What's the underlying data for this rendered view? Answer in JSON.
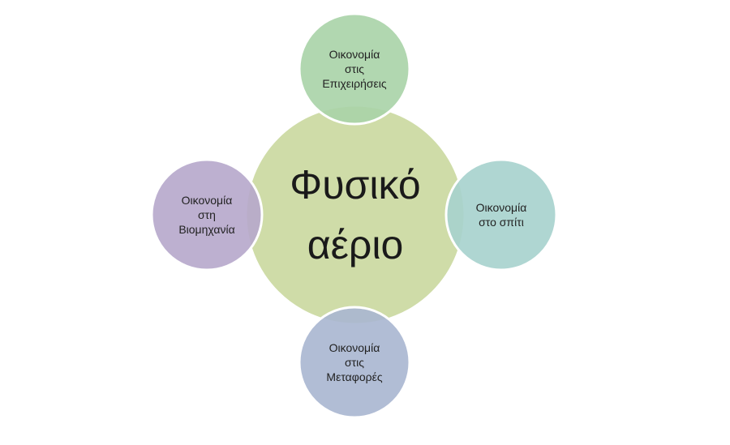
{
  "center": {
    "text": "Φυσικό\nαέριο",
    "color": "#cfdca8"
  },
  "satellites": [
    {
      "id": "top",
      "text": "Οικονομία\nστις\nΕπιχειρήσεις",
      "color": "#a9d3a7"
    },
    {
      "id": "right",
      "text": "Οικονομία\nστο σπίτι",
      "color": "#a6d2cd"
    },
    {
      "id": "bottom",
      "text": "Οικονομία\nστις\nΜεταφορές",
      "color": "#a8b6d0"
    },
    {
      "id": "left",
      "text": "Οικονομία\nστη\nΒιομηχανία",
      "color": "#b6a7cb"
    }
  ]
}
